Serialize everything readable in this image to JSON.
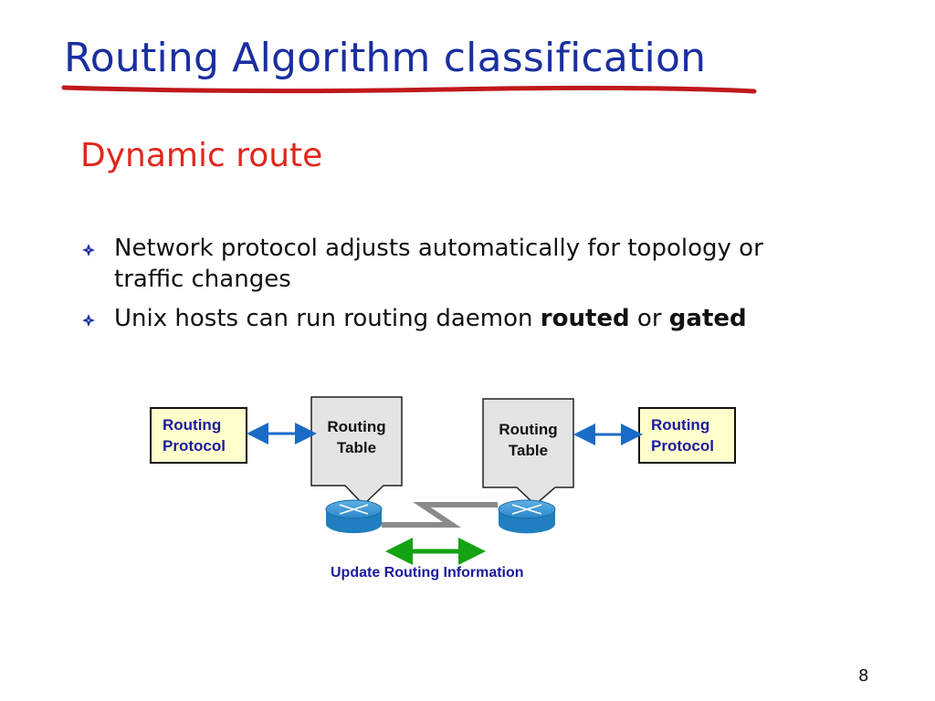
{
  "title": "Routing Algorithm classification",
  "subtitle": "Dynamic route",
  "bullets": [
    {
      "text": "Network protocol adjusts automatically for topology or traffic changes"
    },
    {
      "pre": "Unix hosts can run routing daemon ",
      "bold1": "routed",
      "mid": " or ",
      "bold2": "gated"
    }
  ],
  "diagram": {
    "left_protocol": {
      "line1": "Routing",
      "line2": "Protocol"
    },
    "left_table": {
      "line1": "Routing",
      "line2": "Table"
    },
    "right_table": {
      "line1": "Routing",
      "line2": "Table"
    },
    "right_protocol": {
      "line1": "Routing",
      "line2": "Protocol"
    },
    "update_label": "Update Routing Information",
    "colors": {
      "protocol_fill": "#ffffcc",
      "table_fill": "#e4e4e4",
      "blue_arrow": "#1a6ac8",
      "green_arrow": "#13a313",
      "router": "#1f7fc0"
    },
    "icons": [
      "router-icon",
      "double-arrow-icon",
      "serial-link-icon"
    ]
  },
  "colors": {
    "title": "#1a2fa0",
    "subtitle": "#e0261c",
    "underline": "#c0181c"
  },
  "page_number": "8"
}
